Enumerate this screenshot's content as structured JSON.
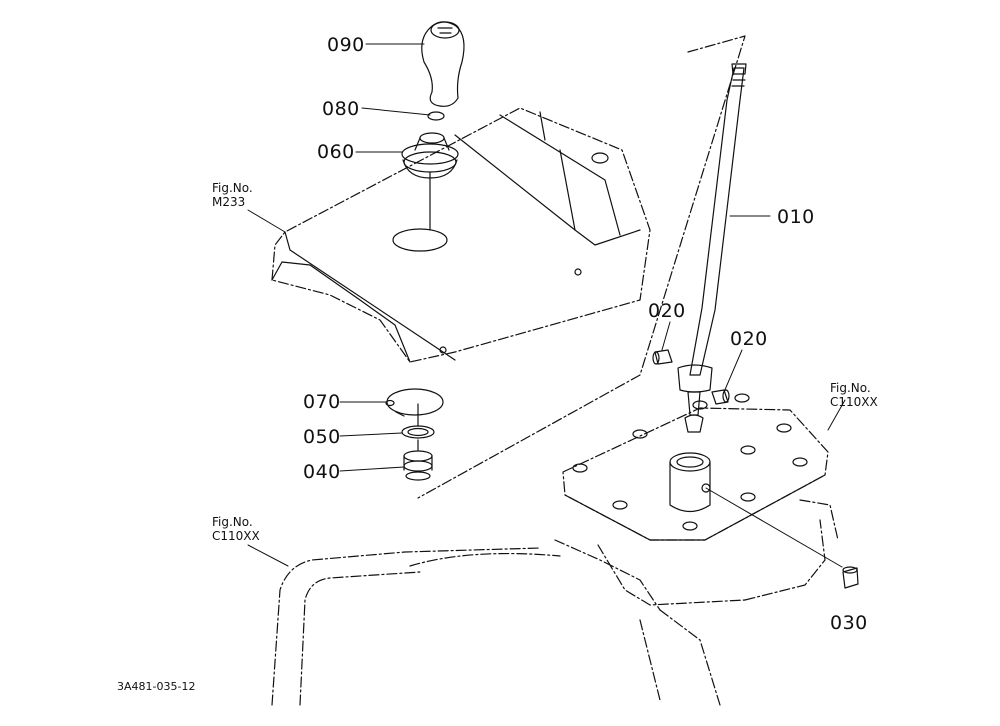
{
  "colors": {
    "ink": "#111111",
    "paper": "#ffffff"
  },
  "parts": {
    "p090": "090",
    "p080": "080",
    "p060": "060",
    "p010": "010",
    "p020_left": "020",
    "p020_right": "020",
    "p070": "070",
    "p050": "050",
    "p040": "040",
    "p030": "030"
  },
  "figure_refs": {
    "m233": {
      "caption": "Fig.No.",
      "number": "M233"
    },
    "c110_right": {
      "caption": "Fig.No.",
      "number": "C110XX"
    },
    "c110_left": {
      "caption": "Fig.No.",
      "number": "C110XX"
    }
  },
  "drawing_code": "3A481-035-12"
}
